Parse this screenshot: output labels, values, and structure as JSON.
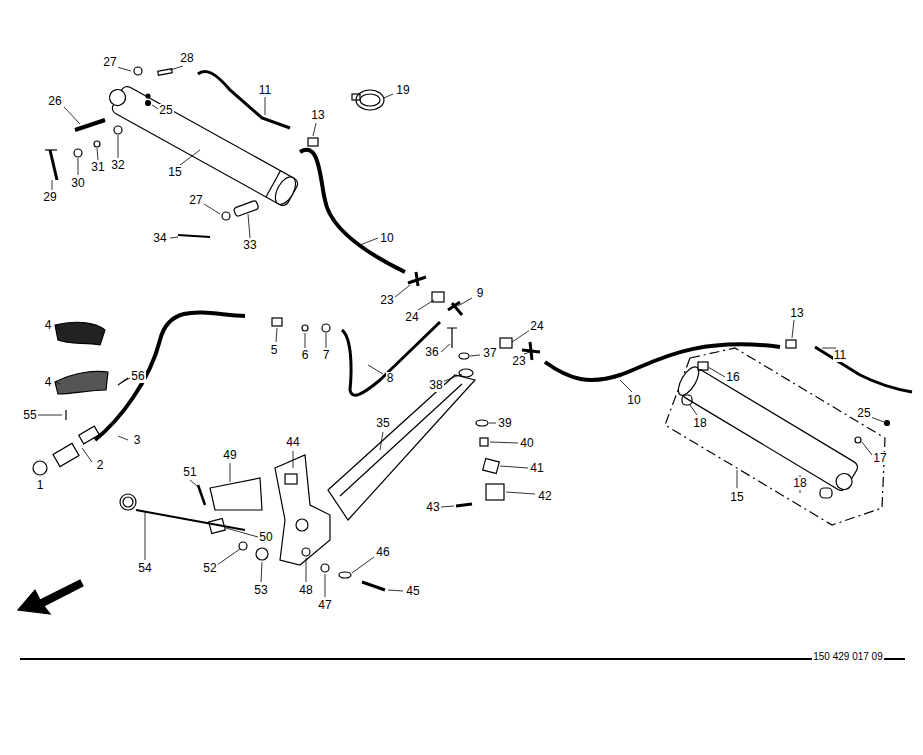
{
  "diagram": {
    "labels": [
      "27",
      "28",
      "11",
      "19",
      "26",
      "25",
      "13",
      "15",
      "29",
      "30",
      "31",
      "32",
      "27",
      "34",
      "33",
      "10",
      "9",
      "23",
      "24",
      "13",
      "4",
      "24",
      "11",
      "5",
      "6",
      "7",
      "36",
      "37",
      "23",
      "16",
      "56",
      "4",
      "8",
      "38",
      "10",
      "18",
      "25",
      "35",
      "39",
      "55",
      "3",
      "40",
      "17",
      "44",
      "2",
      "1",
      "41",
      "49",
      "51",
      "42",
      "18",
      "15",
      "43",
      "54",
      "50",
      "52",
      "46",
      "53",
      "48",
      "47",
      "45",
      "150 429 017 09"
    ]
  }
}
